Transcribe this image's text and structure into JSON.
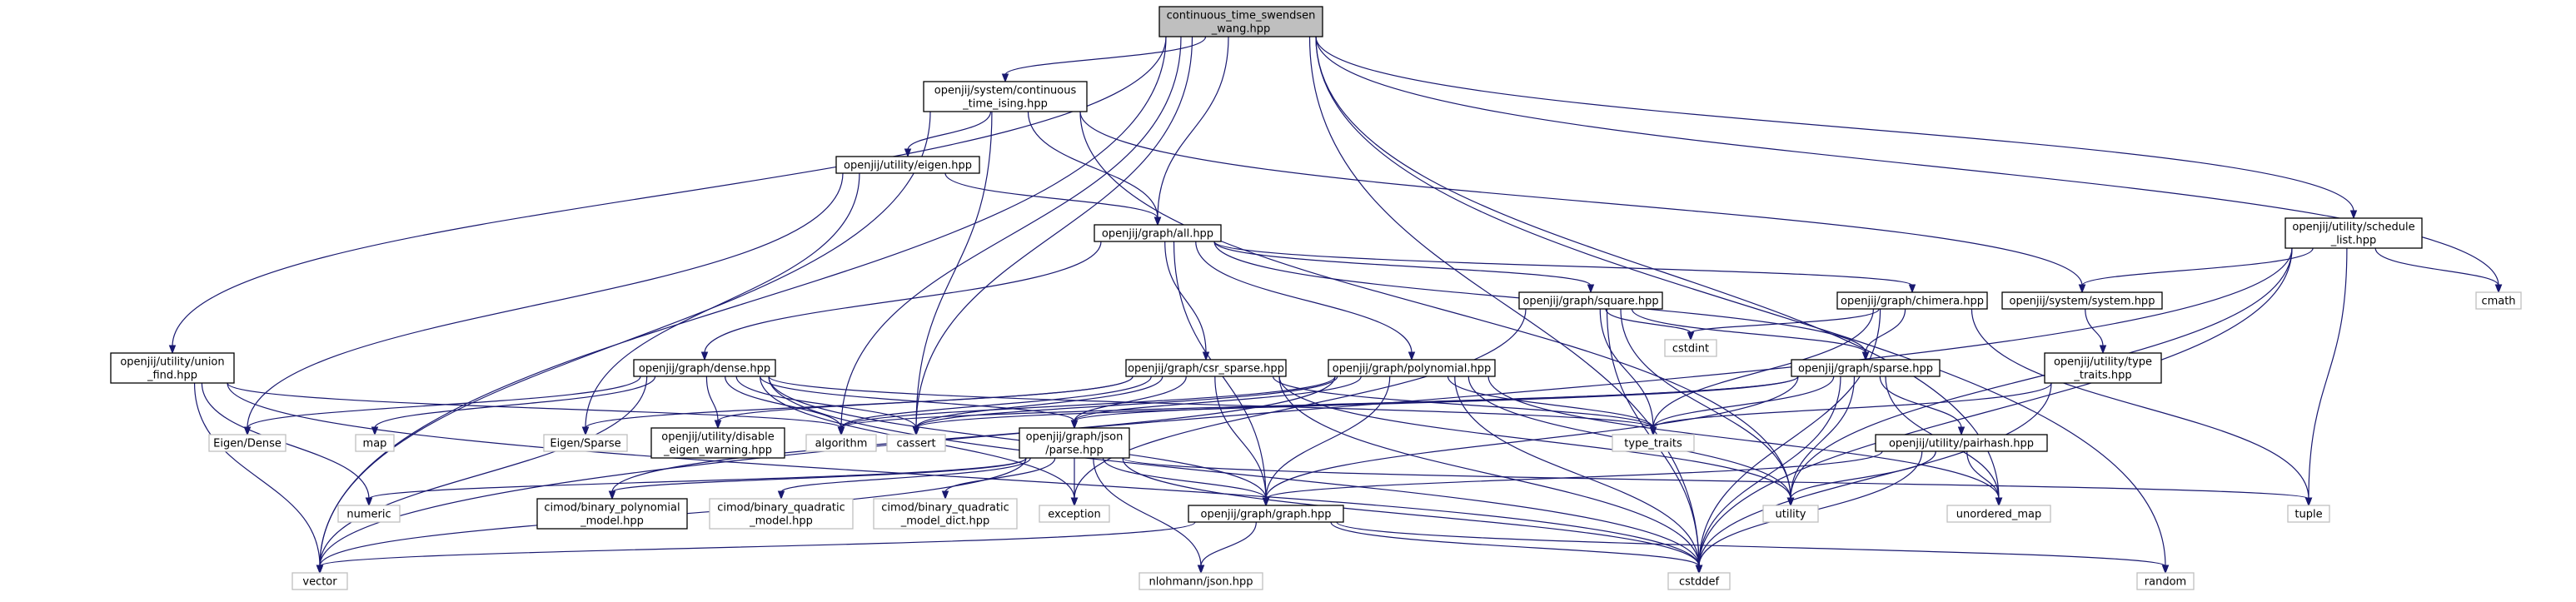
{
  "nodes": [
    {
      "id": "root",
      "lines": [
        "continuous_time_swendsen",
        "_wang.hpp"
      ],
      "kind": "root"
    },
    {
      "id": "cti",
      "lines": [
        "openjij/system/continuous",
        "_time_ising.hpp"
      ],
      "kind": "local"
    },
    {
      "id": "eigen_h",
      "lines": [
        "openjij/utility/eigen.hpp"
      ],
      "kind": "local"
    },
    {
      "id": "all",
      "lines": [
        "openjij/graph/all.hpp"
      ],
      "kind": "local"
    },
    {
      "id": "sched",
      "lines": [
        "openjij/utility/schedule",
        "_list.hpp"
      ],
      "kind": "local"
    },
    {
      "id": "cmath",
      "lines": [
        "cmath"
      ],
      "kind": "ext"
    },
    {
      "id": "square",
      "lines": [
        "openjij/graph/square.hpp"
      ],
      "kind": "local"
    },
    {
      "id": "chimera",
      "lines": [
        "openjij/graph/chimera.hpp"
      ],
      "kind": "local"
    },
    {
      "id": "system",
      "lines": [
        "openjij/system/system.hpp"
      ],
      "kind": "local"
    },
    {
      "id": "cstdint",
      "lines": [
        "cstdint"
      ],
      "kind": "ext"
    },
    {
      "id": "typetraits_h",
      "lines": [
        "openjij/utility/type",
        "_traits.hpp"
      ],
      "kind": "local"
    },
    {
      "id": "union",
      "lines": [
        "openjij/utility/union",
        "_find.hpp"
      ],
      "kind": "local"
    },
    {
      "id": "dense",
      "lines": [
        "openjij/graph/dense.hpp"
      ],
      "kind": "local"
    },
    {
      "id": "csr",
      "lines": [
        "openjij/graph/csr_sparse.hpp"
      ],
      "kind": "local"
    },
    {
      "id": "poly",
      "lines": [
        "openjij/graph/polynomial.hpp"
      ],
      "kind": "local"
    },
    {
      "id": "sparse",
      "lines": [
        "openjij/graph/sparse.hpp"
      ],
      "kind": "local"
    },
    {
      "id": "eigendense",
      "lines": [
        "Eigen/Dense"
      ],
      "kind": "ext"
    },
    {
      "id": "map",
      "lines": [
        "map"
      ],
      "kind": "ext"
    },
    {
      "id": "eigensparse",
      "lines": [
        "Eigen/Sparse"
      ],
      "kind": "ext"
    },
    {
      "id": "disable",
      "lines": [
        "openjij/utility/disable",
        "_eigen_warning.hpp"
      ],
      "kind": "local"
    },
    {
      "id": "algorithm",
      "lines": [
        "algorithm"
      ],
      "kind": "ext"
    },
    {
      "id": "cassert",
      "lines": [
        "cassert"
      ],
      "kind": "ext"
    },
    {
      "id": "json",
      "lines": [
        "openjij/graph/json",
        "/parse.hpp"
      ],
      "kind": "local"
    },
    {
      "id": "type_traits",
      "lines": [
        "type_traits"
      ],
      "kind": "ext"
    },
    {
      "id": "pairhash",
      "lines": [
        "openjij/utility/pairhash.hpp"
      ],
      "kind": "local"
    },
    {
      "id": "numeric",
      "lines": [
        "numeric"
      ],
      "kind": "ext"
    },
    {
      "id": "cimod_poly",
      "lines": [
        "cimod/binary_polynomial",
        "_model.hpp"
      ],
      "kind": "local"
    },
    {
      "id": "cimod_quad",
      "lines": [
        "cimod/binary_quadratic",
        "_model.hpp"
      ],
      "kind": "ext"
    },
    {
      "id": "cimod_dict",
      "lines": [
        "cimod/binary_quadratic",
        "_model_dict.hpp"
      ],
      "kind": "ext"
    },
    {
      "id": "exception",
      "lines": [
        "exception"
      ],
      "kind": "ext"
    },
    {
      "id": "graph",
      "lines": [
        "openjij/graph/graph.hpp"
      ],
      "kind": "local"
    },
    {
      "id": "utility",
      "lines": [
        "utility"
      ],
      "kind": "ext"
    },
    {
      "id": "unordered_map",
      "lines": [
        "unordered_map"
      ],
      "kind": "ext"
    },
    {
      "id": "tuple",
      "lines": [
        "tuple"
      ],
      "kind": "ext"
    },
    {
      "id": "vector",
      "lines": [
        "vector"
      ],
      "kind": "ext"
    },
    {
      "id": "cstddef",
      "lines": [
        "cstddef"
      ],
      "kind": "ext"
    },
    {
      "id": "random",
      "lines": [
        "random"
      ],
      "kind": "ext"
    },
    {
      "id": "nlohmann",
      "lines": [
        "nlohmann/json.hpp"
      ],
      "kind": "ext"
    }
  ],
  "edges": [
    [
      "root",
      "cti"
    ],
    [
      "root",
      "all"
    ],
    [
      "root",
      "union"
    ],
    [
      "root",
      "sched"
    ],
    [
      "root",
      "cmath"
    ],
    [
      "root",
      "algorithm"
    ],
    [
      "root",
      "cassert"
    ],
    [
      "root",
      "vector"
    ],
    [
      "root",
      "unordered_map"
    ],
    [
      "root",
      "random"
    ],
    [
      "root",
      "cstddef"
    ],
    [
      "cti",
      "eigen_h"
    ],
    [
      "cti",
      "all"
    ],
    [
      "cti",
      "system"
    ],
    [
      "cti",
      "cassert"
    ],
    [
      "cti",
      "vector"
    ],
    [
      "cti",
      "utility"
    ],
    [
      "eigen_h",
      "all"
    ],
    [
      "eigen_h",
      "eigendense"
    ],
    [
      "eigen_h",
      "eigensparse"
    ],
    [
      "all",
      "dense"
    ],
    [
      "all",
      "csr"
    ],
    [
      "all",
      "poly"
    ],
    [
      "all",
      "square"
    ],
    [
      "all",
      "chimera"
    ],
    [
      "all",
      "sparse"
    ],
    [
      "all",
      "graph"
    ],
    [
      "sched",
      "system"
    ],
    [
      "sched",
      "cmath"
    ],
    [
      "sched",
      "tuple"
    ],
    [
      "sched",
      "utility"
    ],
    [
      "sched",
      "vector"
    ],
    [
      "sched",
      "cstddef"
    ],
    [
      "system",
      "typetraits_h"
    ],
    [
      "typetraits_h",
      "type_traits"
    ],
    [
      "typetraits_h",
      "cstddef"
    ],
    [
      "square",
      "sparse"
    ],
    [
      "square",
      "cstdint"
    ],
    [
      "square",
      "type_traits"
    ],
    [
      "square",
      "utility"
    ],
    [
      "square",
      "exception"
    ],
    [
      "square",
      "cstddef"
    ],
    [
      "chimera",
      "sparse"
    ],
    [
      "chimera",
      "cstdint"
    ],
    [
      "chimera",
      "type_traits"
    ],
    [
      "chimera",
      "tuple"
    ],
    [
      "chimera",
      "cstddef"
    ],
    [
      "union",
      "algorithm"
    ],
    [
      "union",
      "numeric"
    ],
    [
      "union",
      "vector"
    ],
    [
      "union",
      "cstddef"
    ],
    [
      "dense",
      "eigendense"
    ],
    [
      "dense",
      "map"
    ],
    [
      "dense",
      "disable"
    ],
    [
      "dense",
      "algorithm"
    ],
    [
      "dense",
      "cassert"
    ],
    [
      "dense",
      "type_traits"
    ],
    [
      "dense",
      "json"
    ],
    [
      "dense",
      "exception"
    ],
    [
      "dense",
      "graph"
    ],
    [
      "dense",
      "vector"
    ],
    [
      "dense",
      "cstddef"
    ],
    [
      "csr",
      "eigensparse"
    ],
    [
      "csr",
      "disable"
    ],
    [
      "csr",
      "algorithm"
    ],
    [
      "csr",
      "cassert"
    ],
    [
      "csr",
      "type_traits"
    ],
    [
      "csr",
      "json"
    ],
    [
      "csr",
      "graph"
    ],
    [
      "csr",
      "utility"
    ],
    [
      "csr",
      "cstddef"
    ],
    [
      "poly",
      "cassert"
    ],
    [
      "poly",
      "algorithm"
    ],
    [
      "poly",
      "type_traits"
    ],
    [
      "poly",
      "json"
    ],
    [
      "poly",
      "graph"
    ],
    [
      "poly",
      "utility"
    ],
    [
      "poly",
      "unordered_map"
    ],
    [
      "poly",
      "cimod_poly"
    ],
    [
      "poly",
      "cstddef"
    ],
    [
      "sparse",
      "cassert"
    ],
    [
      "sparse",
      "algorithm"
    ],
    [
      "sparse",
      "type_traits"
    ],
    [
      "sparse",
      "json"
    ],
    [
      "sparse",
      "graph"
    ],
    [
      "sparse",
      "pairhash"
    ],
    [
      "sparse",
      "utility"
    ],
    [
      "sparse",
      "unordered_map"
    ],
    [
      "sparse",
      "cstddef"
    ],
    [
      "json",
      "numeric"
    ],
    [
      "json",
      "cimod_poly"
    ],
    [
      "json",
      "cimod_quad"
    ],
    [
      "json",
      "cimod_dict"
    ],
    [
      "json",
      "exception"
    ],
    [
      "json",
      "graph"
    ],
    [
      "json",
      "nlohmann"
    ],
    [
      "json",
      "vector"
    ],
    [
      "json",
      "tuple"
    ],
    [
      "json",
      "cstddef"
    ],
    [
      "pairhash",
      "graph"
    ],
    [
      "pairhash",
      "utility"
    ],
    [
      "pairhash",
      "unordered_map"
    ],
    [
      "pairhash",
      "cstddef"
    ],
    [
      "graph",
      "vector"
    ],
    [
      "graph",
      "random"
    ],
    [
      "graph",
      "cstddef"
    ],
    [
      "graph",
      "nlohmann"
    ]
  ]
}
